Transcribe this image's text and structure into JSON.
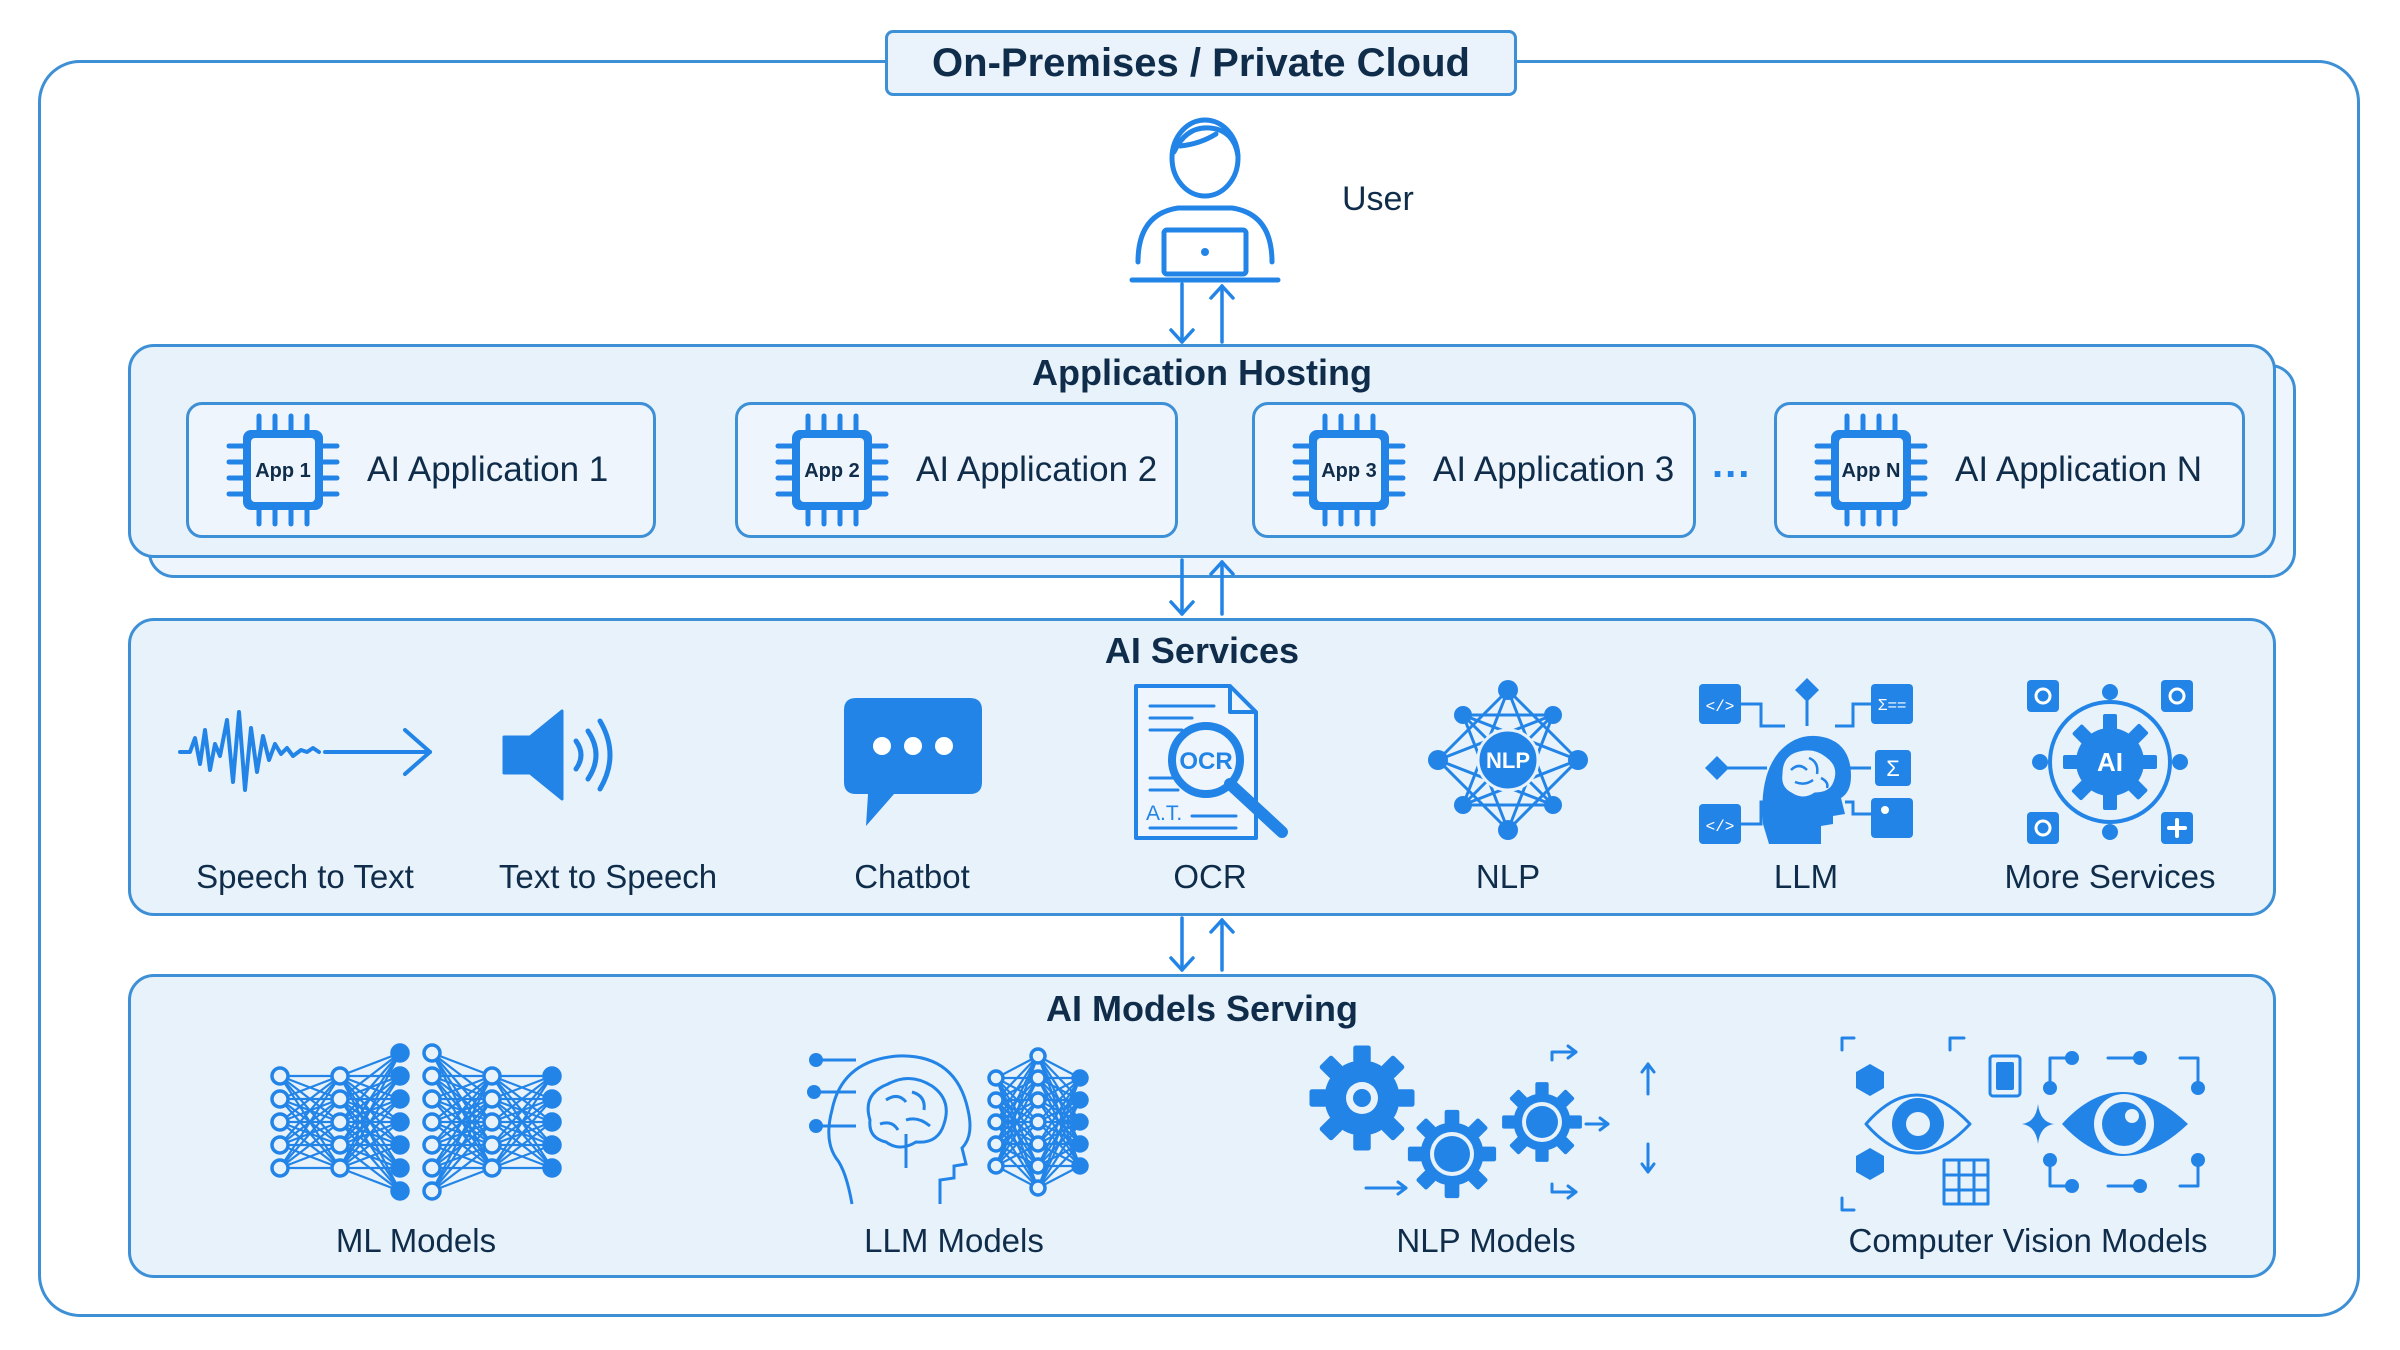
{
  "page_title": "On-Premises / Private Cloud",
  "user": {
    "label": "User"
  },
  "application_hosting": {
    "title": "Application Hosting",
    "apps": [
      {
        "chip": "App 1",
        "label": "AI Application 1"
      },
      {
        "chip": "App 2",
        "label": "AI Application 2"
      },
      {
        "chip": "App 3",
        "label": "AI Application 3"
      },
      {
        "chip": "App N",
        "label": "AI Application N"
      }
    ],
    "more": "..."
  },
  "ai_services": {
    "title": "AI Services",
    "items": [
      {
        "label": "Speech to Text",
        "icon": "waveform-arrow-icon"
      },
      {
        "label": "Text to Speech",
        "icon": "speaker-icon"
      },
      {
        "label": "Chatbot",
        "icon": "chat-bubble-icon"
      },
      {
        "label": "OCR",
        "icon": "ocr-document-icon",
        "badge": "OCR",
        "doc_text": "A.T."
      },
      {
        "label": "NLP",
        "icon": "nlp-network-icon",
        "badge": "NLP"
      },
      {
        "label": "LLM",
        "icon": "llm-brain-icon"
      },
      {
        "label": "More Services",
        "icon": "ai-gear-icon",
        "badge": "AI"
      }
    ]
  },
  "ai_models": {
    "title": "AI Models Serving",
    "items": [
      {
        "label": "ML Models",
        "icon": "neural-network-icon"
      },
      {
        "label": "LLM Models",
        "icon": "brain-network-icon"
      },
      {
        "label": "NLP Models",
        "icon": "gears-icon"
      },
      {
        "label": "Computer Vision Models",
        "icon": "vision-eye-icon"
      }
    ]
  },
  "colors": {
    "primary": "#2384e8",
    "border": "#3d8fd6",
    "panel_bg": "#e8f2fb",
    "text": "#0f2d4a"
  }
}
